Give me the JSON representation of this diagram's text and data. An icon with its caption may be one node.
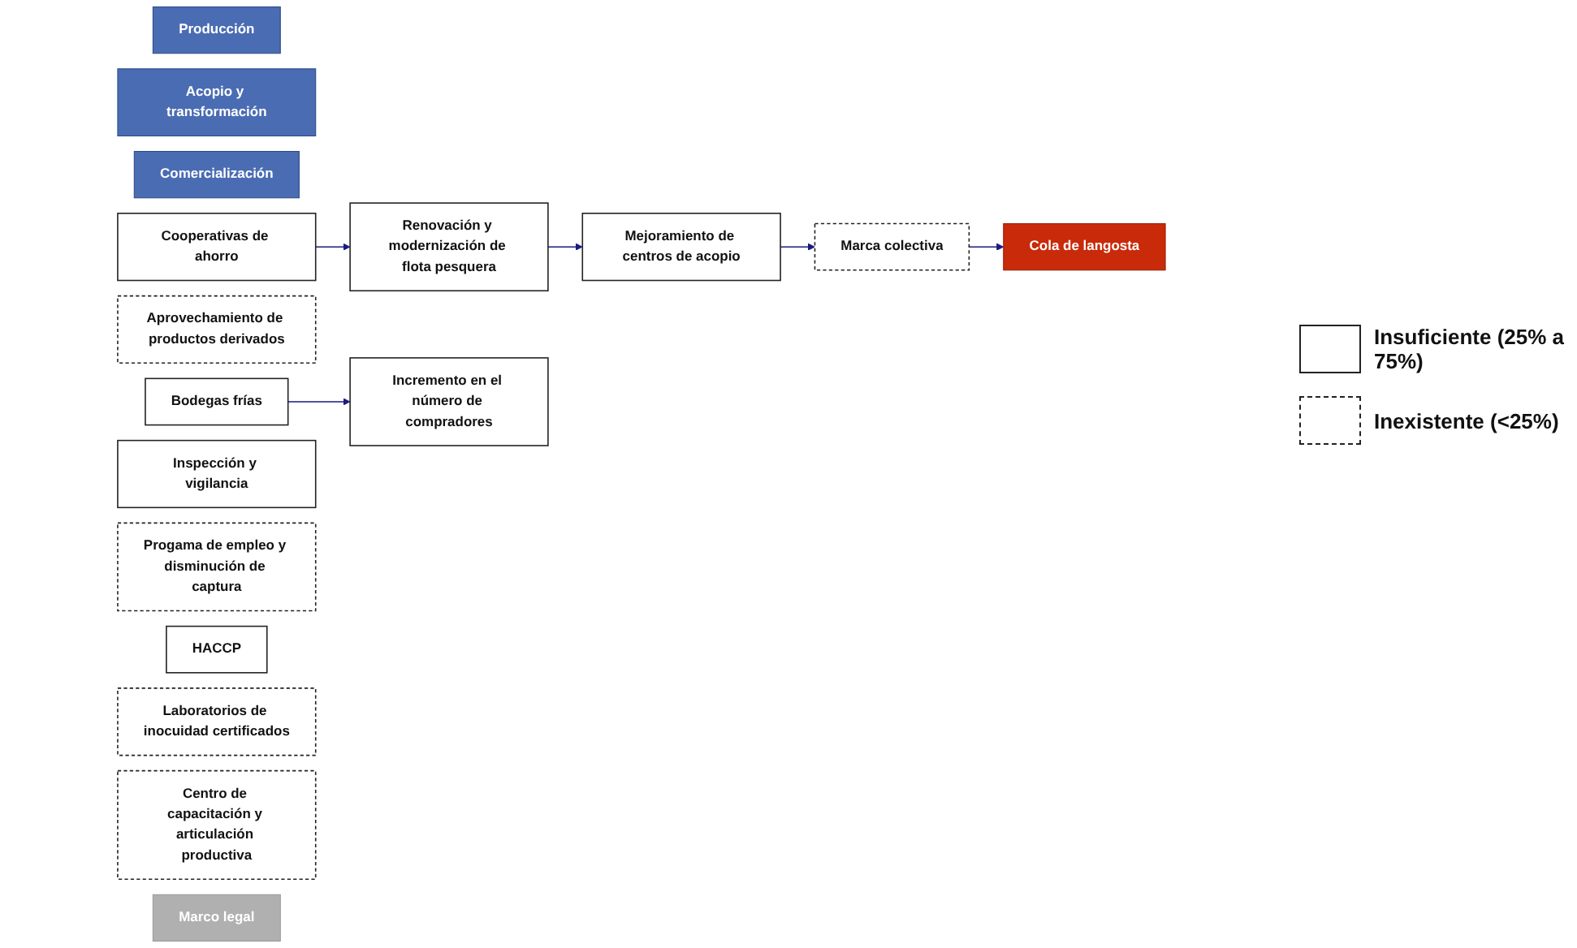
{
  "diagram": {
    "nodes": [
      {
        "text": [
          "Producción"
        ]
      },
      {
        "text": [
          "Acopio y transformación"
        ]
      },
      {
        "text": [
          "Comercialización"
        ]
      },
      {
        "text": [
          "Renovación y modernización de flota pesquera"
        ]
      },
      {
        "text": [
          "Mejoramiento de centros de acopio"
        ]
      },
      {
        "text": [
          "Bodegas frías"
        ]
      },
      {
        "text": [
          "Aprovechamiento de productos derivados"
        ]
      },
      {
        "text": [
          "Marca colectiva"
        ]
      },
      {
        "text": [
          "Incremento en el número de compradores"
        ]
      },
      {
        "text": [
          "Cola de langosta"
        ]
      },
      {
        "text": [
          "Cooperativas de ahorro"
        ]
      },
      {
        "text": [
          "Inspección y vigilancia"
        ]
      },
      {
        "text": [
          "Progama de empleo y disminución de captura"
        ]
      },
      {
        "text": [
          "HACCP"
        ]
      },
      {
        "text": [
          "Laboratorios de inocuidad certificados"
        ]
      },
      {
        "text": [
          "Centro de capacitación y articulación productiva"
        ]
      },
      {
        "text": [
          "Marco legal"
        ]
      }
    ],
    "edges": [
      {
        "from": 10,
        "to": 3,
        "arrow": "to"
      },
      {
        "from": 3,
        "to": 4,
        "arrow": "to"
      },
      {
        "from": 4,
        "to": 7,
        "arrow": "to"
      },
      {
        "from": 5,
        "to": 8,
        "arrow": "to"
      },
      {
        "from": 7,
        "to": 9,
        "arrow": "to"
      }
    ],
    "legend": [
      {
        "text": "Insuficiente (25% a 75%)"
      },
      {
        "text": "Inexistente (<25%)"
      }
    ]
  }
}
